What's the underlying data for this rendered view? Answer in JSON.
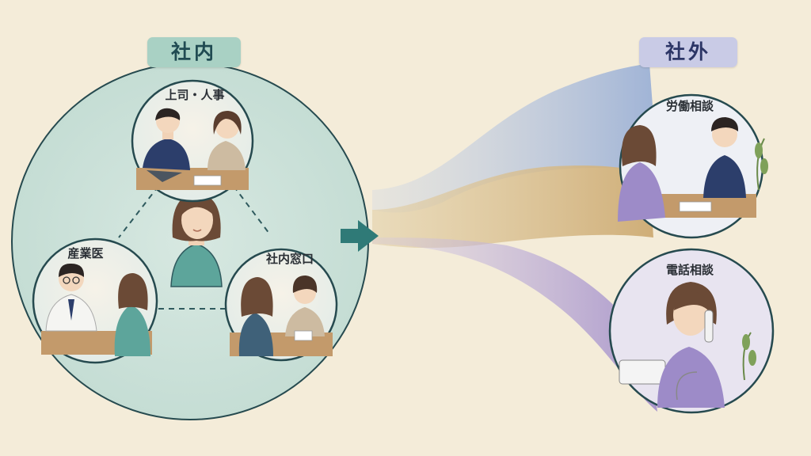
{
  "inside": {
    "tag": "社内",
    "nodes": {
      "boss_hr": "上司・人事",
      "occupational_doctor": "産業医",
      "internal_desk": "社内窓口"
    }
  },
  "outside": {
    "tag": "社外",
    "nodes": {
      "labor_consultation": "労働相談",
      "phone_consultation": "電話相談"
    }
  },
  "colors": {
    "background": "#f4ecd9",
    "inside_wash": "#cfe3dc",
    "inside_tag": "#a9d1c4",
    "outside_tag": "#c9cbe6",
    "arrow": "#2f7a77",
    "stream_blue": "#aebfdc",
    "stream_tan": "#d6bb8a",
    "stream_purple": "#b8a6d3"
  }
}
